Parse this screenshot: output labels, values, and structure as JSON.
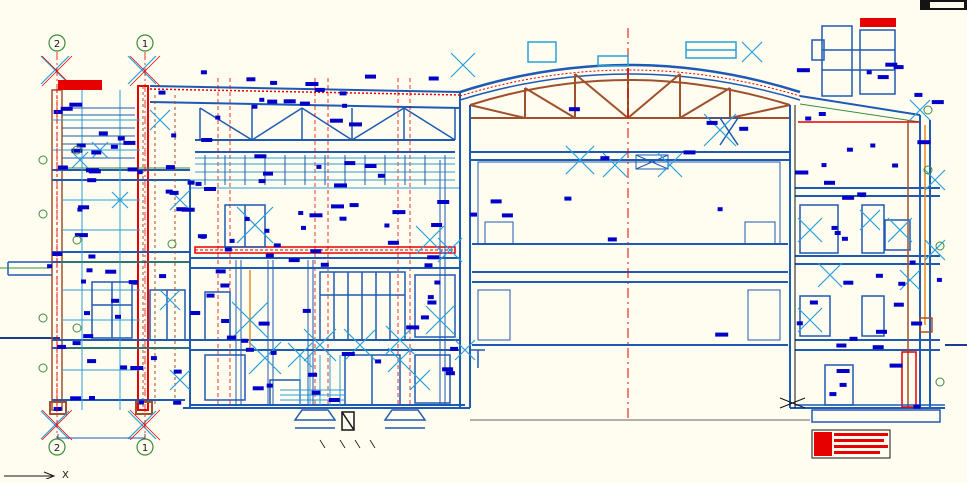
{
  "drawing": {
    "background": "#fefdf0",
    "colors": {
      "structure": "#1e5ab4",
      "detail": "#28a0dc",
      "tag": "#0000c8",
      "red": "#e60000",
      "brown": "#a0502d",
      "green": "#3c8c3c",
      "dark": "#141414",
      "grey": "#646464",
      "orange": "#e68c28"
    },
    "grid_bubbles": [
      {
        "id": "top-2",
        "label": "2"
      },
      {
        "id": "top-1",
        "label": "1"
      },
      {
        "id": "bottom-2",
        "label": "2"
      },
      {
        "id": "bottom-1",
        "label": "1"
      }
    ],
    "axis_label": "X"
  }
}
